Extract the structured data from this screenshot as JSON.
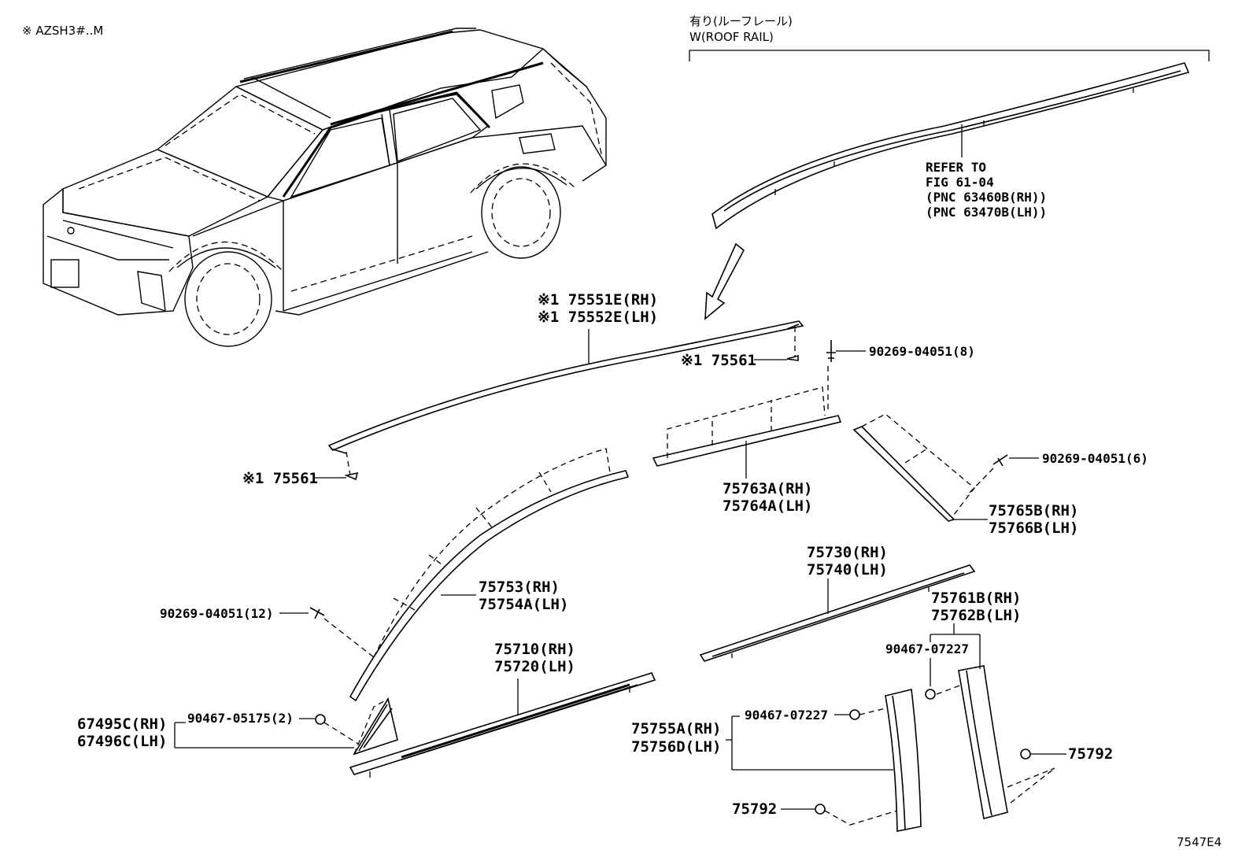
{
  "header": {
    "model_note": "※ AZSH3#..M"
  },
  "roof_rail": {
    "title_jp": "有り(ルーフレール)",
    "title_en": "W(ROOF RAIL)",
    "ref_lines": [
      "REFER TO",
      "FIG 61-04",
      "(PNC 63460B(RH))",
      "(PNC 63470B(LH))"
    ]
  },
  "callouts": {
    "p75551": [
      "※1 75551E(RH)",
      "※1 75552E(LH)"
    ],
    "p75561_upper": "※1 75561",
    "p75561_lower": "※1 75561",
    "p90269_8": "90269-04051(8)",
    "p90269_6": "90269-04051(6)",
    "p90269_12": "90269-04051(12)",
    "p75763": [
      "75763A(RH)",
      "75764A(LH)"
    ],
    "p75765": [
      "75765B(RH)",
      "75766B(LH)"
    ],
    "p75730": [
      "75730(RH)",
      "75740(LH)"
    ],
    "p75761": [
      "75761B(RH)",
      "75762B(LH)"
    ],
    "p90467_07227_upper": "90467-07227",
    "p75753": [
      "75753(RH)",
      "75754A(LH)"
    ],
    "p75710": [
      "75710(RH)",
      "75720(LH)"
    ],
    "p67495": [
      "67495C(RH)",
      "67496C(LH)"
    ],
    "p90467_05175": "90467-05175(2)",
    "p75755": [
      "75755A(RH)",
      "75756D(LH)"
    ],
    "p90467_07227_lower": "90467-07227",
    "p75792_right": "75792",
    "p75792_lower": "75792"
  },
  "footer": {
    "figure_code": "7547E4"
  }
}
